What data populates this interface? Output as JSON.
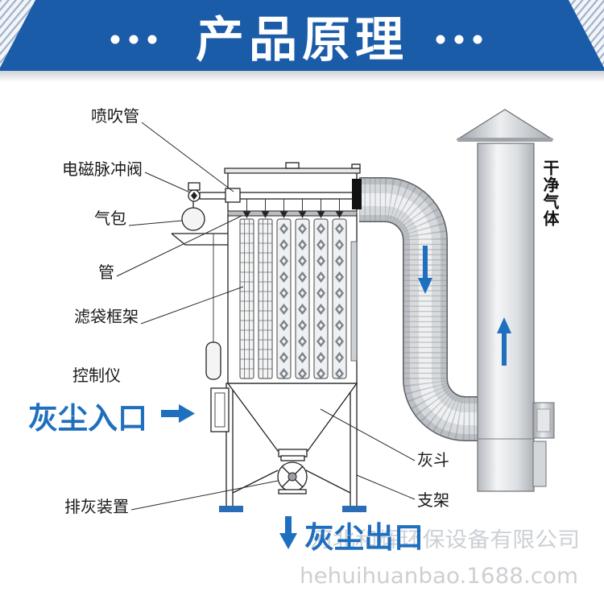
{
  "header": {
    "title": "产品原理"
  },
  "labels": {
    "blow_pipe": "喷吹管",
    "pulse_valve": "电磁脉冲阀",
    "air_bag": "气包",
    "pipe": "管",
    "filter_bag_frame": "滤袋框架",
    "controller": "控制仪",
    "discharge_device": "排灰装置",
    "ash_hopper": "灰斗",
    "support": "支架",
    "clean_gas": "干净气体"
  },
  "flow": {
    "dust_inlet": "灰尘入口",
    "dust_outlet": "灰尘出口"
  },
  "watermark": {
    "company": "河北和辉环保设备有限公司",
    "site": "hehuihuanbao.1688.com"
  },
  "colors": {
    "banner": "#1b5ca8",
    "accent_blue": "#1f6fbf",
    "feet_blue": "#2a6cb5"
  }
}
